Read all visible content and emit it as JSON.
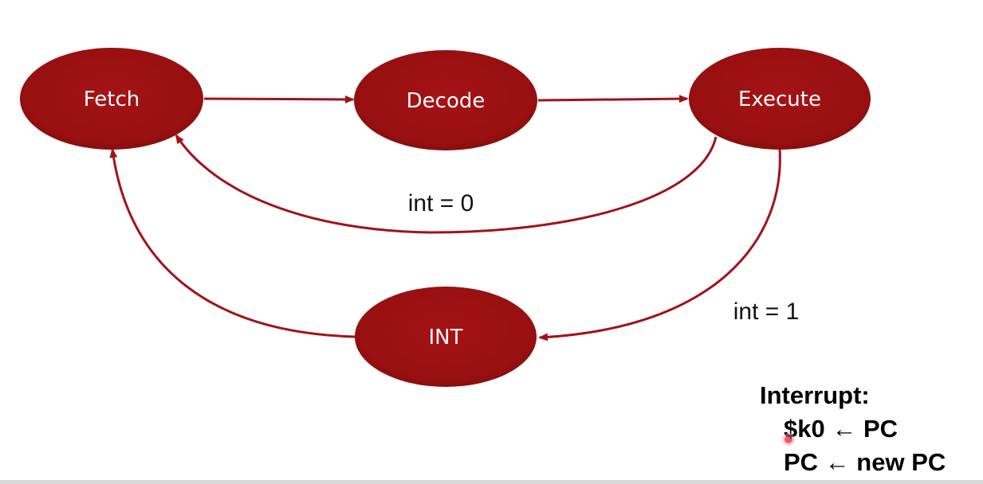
{
  "colors": {
    "state_fill": "#9b0f12",
    "arrow": "#a01418",
    "state_text": "#ffffff",
    "label_text": "#111111"
  },
  "states": {
    "fetch": "Fetch",
    "decode": "Decode",
    "execute": "Execute",
    "int": "INT"
  },
  "edges": {
    "int0": "int = 0",
    "int1": "int = 1"
  },
  "note": {
    "heading": "Interrupt:",
    "line1": "$k0 ← PC",
    "line2": "PC ← new PC"
  }
}
